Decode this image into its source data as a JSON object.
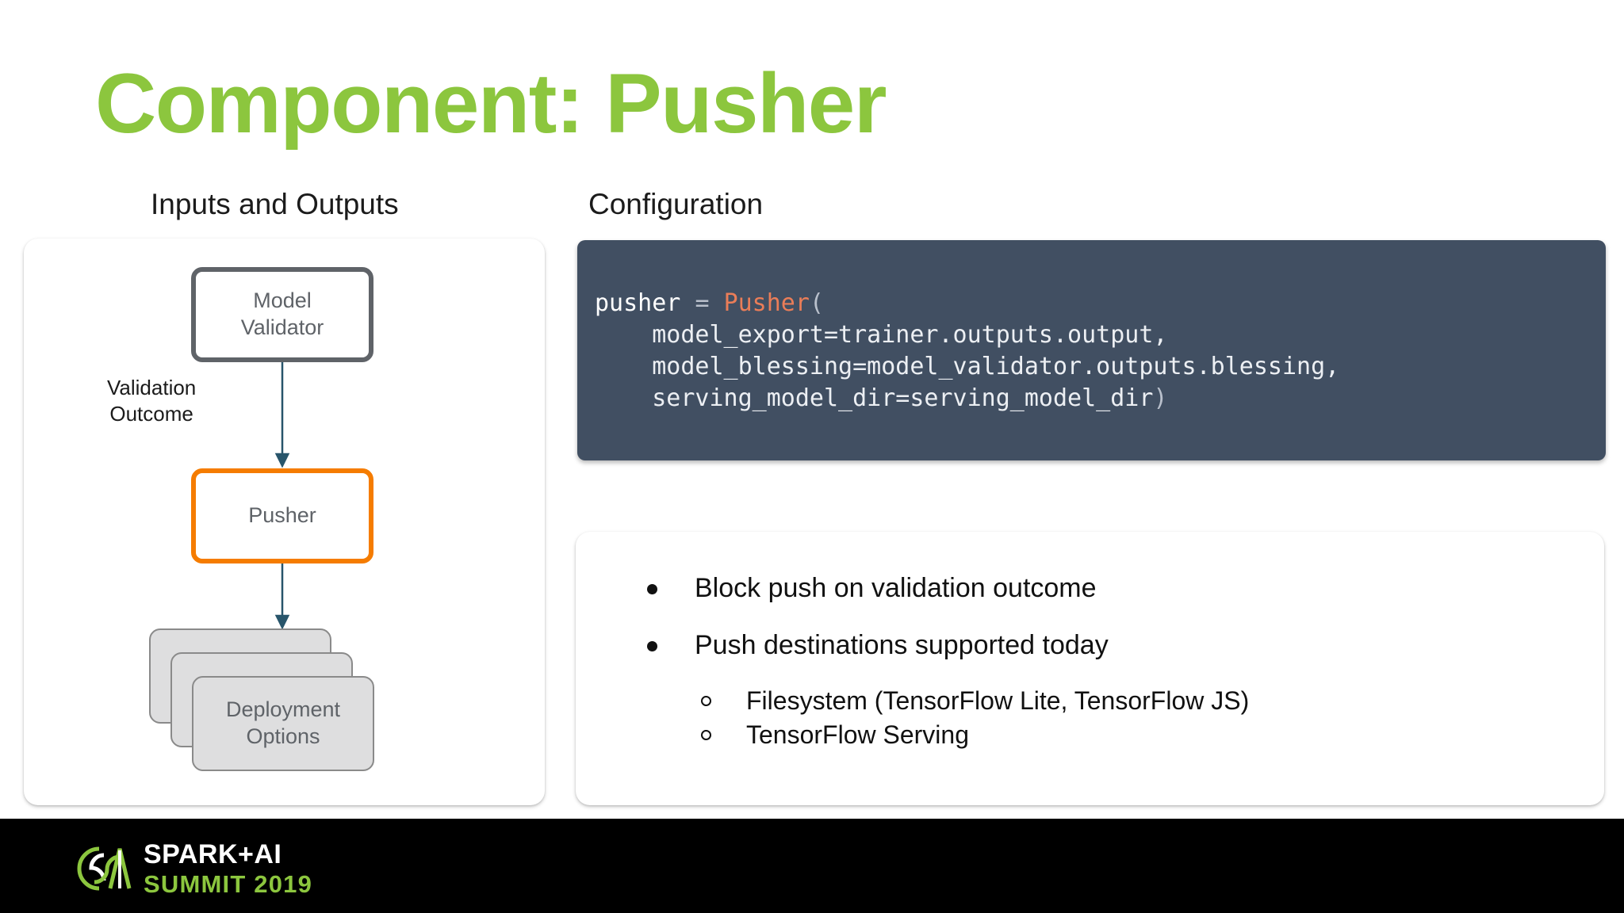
{
  "slide": {
    "title": "Component: Pusher",
    "title_color": "#8cc63e",
    "background": "#ffffff"
  },
  "sections": {
    "left_heading": "Inputs and Outputs",
    "right_heading": "Configuration"
  },
  "diagram": {
    "nodes": [
      {
        "id": "model-validator",
        "label": "Model\nValidator",
        "line1": "Model",
        "line2": "Validator",
        "border_color": "#5f6368",
        "fill": "#ffffff"
      },
      {
        "id": "pusher",
        "label": "Pusher",
        "border_color": "#f57c00",
        "fill": "#ffffff"
      },
      {
        "id": "deployment-options",
        "line1": "Deployment",
        "line2": "Options",
        "border_color": "#8a8a8a",
        "fill": "#dededf",
        "stack_count": 3
      }
    ],
    "edges": [
      {
        "from": "model-validator",
        "to": "pusher",
        "label_line1": "Validation",
        "label_line2": "Outcome",
        "color": "#28556b"
      },
      {
        "from": "pusher",
        "to": "deployment-options",
        "label_line1": "",
        "label_line2": "",
        "color": "#28556b"
      }
    ]
  },
  "code": {
    "background": "#414f62",
    "class_color": "#ea7d58",
    "text_color": "#e6e9ee",
    "language": "python",
    "lines": [
      "pusher = Pusher(",
      "    model_export=trainer.outputs.output,",
      "    model_blessing=model_validator.outputs.blessing,",
      "    serving_model_dir=serving_model_dir)"
    ],
    "tokens": {
      "var": "pusher",
      "eq": "=",
      "cls": "Pusher",
      "open_paren": "(",
      "arg1": "    model_export=trainer.outputs.output,",
      "arg2": "    model_blessing=model_validator.outputs.blessing,",
      "arg3": "    serving_model_dir=serving_model_dir",
      "close_paren": ")"
    }
  },
  "bullets": [
    {
      "level": 1,
      "text": "Block push on validation outcome"
    },
    {
      "level": 1,
      "text": "Push destinations supported today"
    },
    {
      "level": 2,
      "text": "Filesystem (TensorFlow Lite, TensorFlow JS)"
    },
    {
      "level": 2,
      "text": "TensorFlow Serving"
    }
  ],
  "footer": {
    "background": "#000000",
    "logo_line1": "SPARK+AI",
    "logo_line2": "SUMMIT 2019",
    "logo_green": "#8cc63e",
    "logo_white": "#ffffff"
  }
}
